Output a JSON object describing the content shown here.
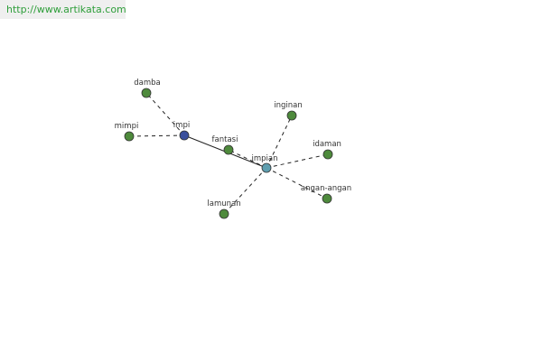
{
  "header": {
    "url": "http://www.artikata.com"
  },
  "graph": {
    "colors": {
      "root_node": "#5f9fb0",
      "hub_node": "#3a4f9c",
      "leaf_node": "#4e8a3c",
      "edge": "#222222"
    },
    "nodes": [
      {
        "id": "impian",
        "label": "impian",
        "kind": "root"
      },
      {
        "id": "impi",
        "label": "impi",
        "kind": "hub"
      },
      {
        "id": "fantasi",
        "label": "fantasi",
        "kind": "leaf"
      },
      {
        "id": "inginan",
        "label": "inginan",
        "kind": "leaf"
      },
      {
        "id": "idaman",
        "label": "idaman",
        "kind": "leaf"
      },
      {
        "id": "angan-angan",
        "label": "angan-angan",
        "kind": "leaf"
      },
      {
        "id": "lamunan",
        "label": "lamunan",
        "kind": "leaf"
      },
      {
        "id": "damba",
        "label": "damba",
        "kind": "leaf"
      },
      {
        "id": "mimpi",
        "label": "mimpi",
        "kind": "leaf"
      }
    ],
    "edges": [
      {
        "from": "impian",
        "to": "impi",
        "style": "solid"
      },
      {
        "from": "impian",
        "to": "fantasi",
        "style": "dashed"
      },
      {
        "from": "impian",
        "to": "inginan",
        "style": "dashed"
      },
      {
        "from": "impian",
        "to": "idaman",
        "style": "dashed"
      },
      {
        "from": "impian",
        "to": "angan-angan",
        "style": "dashed"
      },
      {
        "from": "impian",
        "to": "lamunan",
        "style": "dashed"
      },
      {
        "from": "impi",
        "to": "damba",
        "style": "dashed"
      },
      {
        "from": "impi",
        "to": "mimpi",
        "style": "dashed"
      }
    ]
  }
}
